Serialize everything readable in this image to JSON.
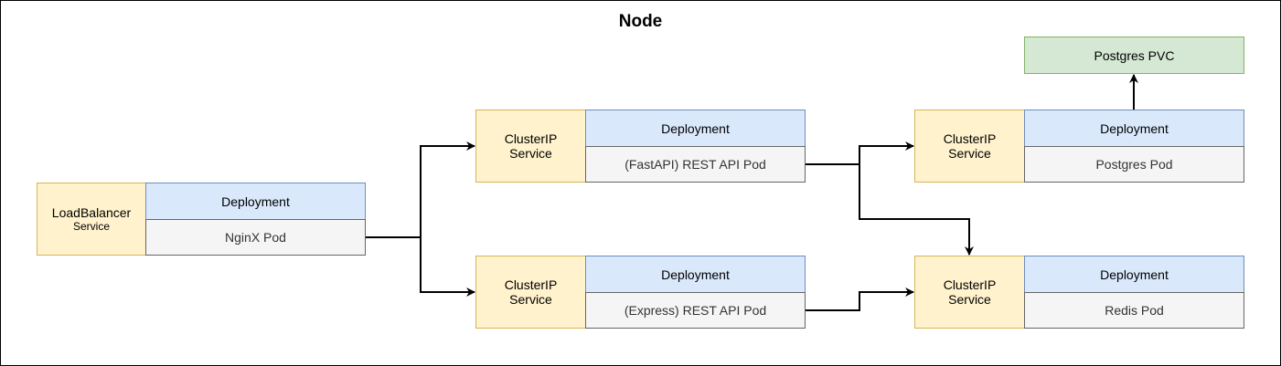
{
  "title": "Node",
  "colors": {
    "service_fill": "#fff2cc",
    "service_stroke": "#d6b656",
    "deployment_fill": "#dae8fc",
    "deployment_stroke": "#6c8ebf",
    "pod_fill": "#f5f5f5",
    "pvc_fill": "#d5e8d4",
    "pvc_stroke": "#82b366"
  },
  "groups": {
    "nginx": {
      "service_line1": "LoadBalancer",
      "service_line2": "Service",
      "deployment": "Deployment",
      "pod": "NginX Pod"
    },
    "fastapi": {
      "service_line1": "ClusterIP",
      "service_line2": "Service",
      "deployment": "Deployment",
      "pod": "(FastAPI) REST API Pod"
    },
    "express": {
      "service_line1": "ClusterIP",
      "service_line2": "Service",
      "deployment": "Deployment",
      "pod": "(Express) REST API Pod"
    },
    "postgres": {
      "service_line1": "ClusterIP",
      "service_line2": "Service",
      "deployment": "Deployment",
      "pod": "Postgres Pod"
    },
    "redis": {
      "service_line1": "ClusterIP",
      "service_line2": "Service",
      "deployment": "Deployment",
      "pod": "Redis Pod"
    }
  },
  "pvc": "Postgres PVC",
  "edges": [
    {
      "from": "NginX Pod",
      "to": "FastAPI ClusterIP Service"
    },
    {
      "from": "NginX Pod",
      "to": "Express ClusterIP Service"
    },
    {
      "from": "(FastAPI) REST API Pod",
      "to": "Postgres ClusterIP Service"
    },
    {
      "from": "(FastAPI) REST API Pod",
      "to": "Redis ClusterIP Service"
    },
    {
      "from": "(Express) REST API Pod",
      "to": "Redis ClusterIP Service"
    },
    {
      "from": "Postgres Deployment",
      "to": "Postgres PVC"
    }
  ]
}
